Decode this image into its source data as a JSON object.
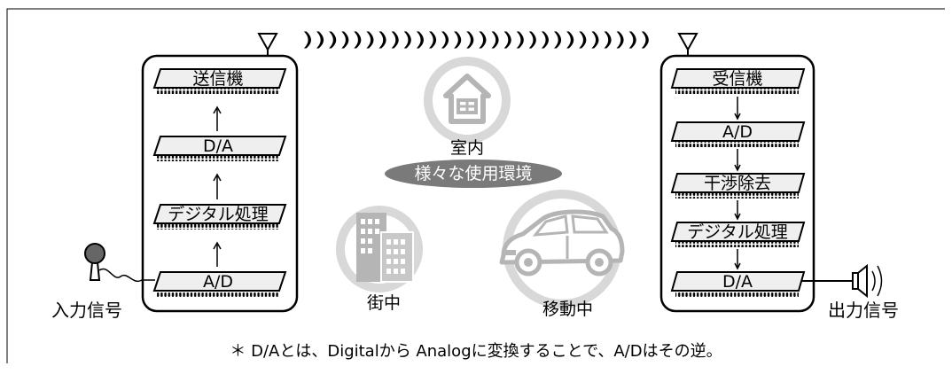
{
  "transmitter": {
    "title": "送信機",
    "stages": [
      "D/A",
      "デジタル処理",
      "A/D"
    ],
    "input_label": "入力信号"
  },
  "receiver": {
    "title": "受信機",
    "stages": [
      "A/D",
      "干渉除去",
      "デジタル処理",
      "D/A"
    ],
    "output_label": "出力信号"
  },
  "wave_symbols": "))))))))))))))))))))))))))))",
  "environments": {
    "center_label": "様々な使用環境",
    "indoor": "室内",
    "city": "街中",
    "moving": "移動中"
  },
  "footnote": "＊ D/Aとは、Digitalから Analogに変換することで、A/Dはその逆。",
  "colors": {
    "pill": "#7a7a7a",
    "halo": "#d8d8d8",
    "icon": "#b5b5b5",
    "chip_fill": "#efefef"
  }
}
